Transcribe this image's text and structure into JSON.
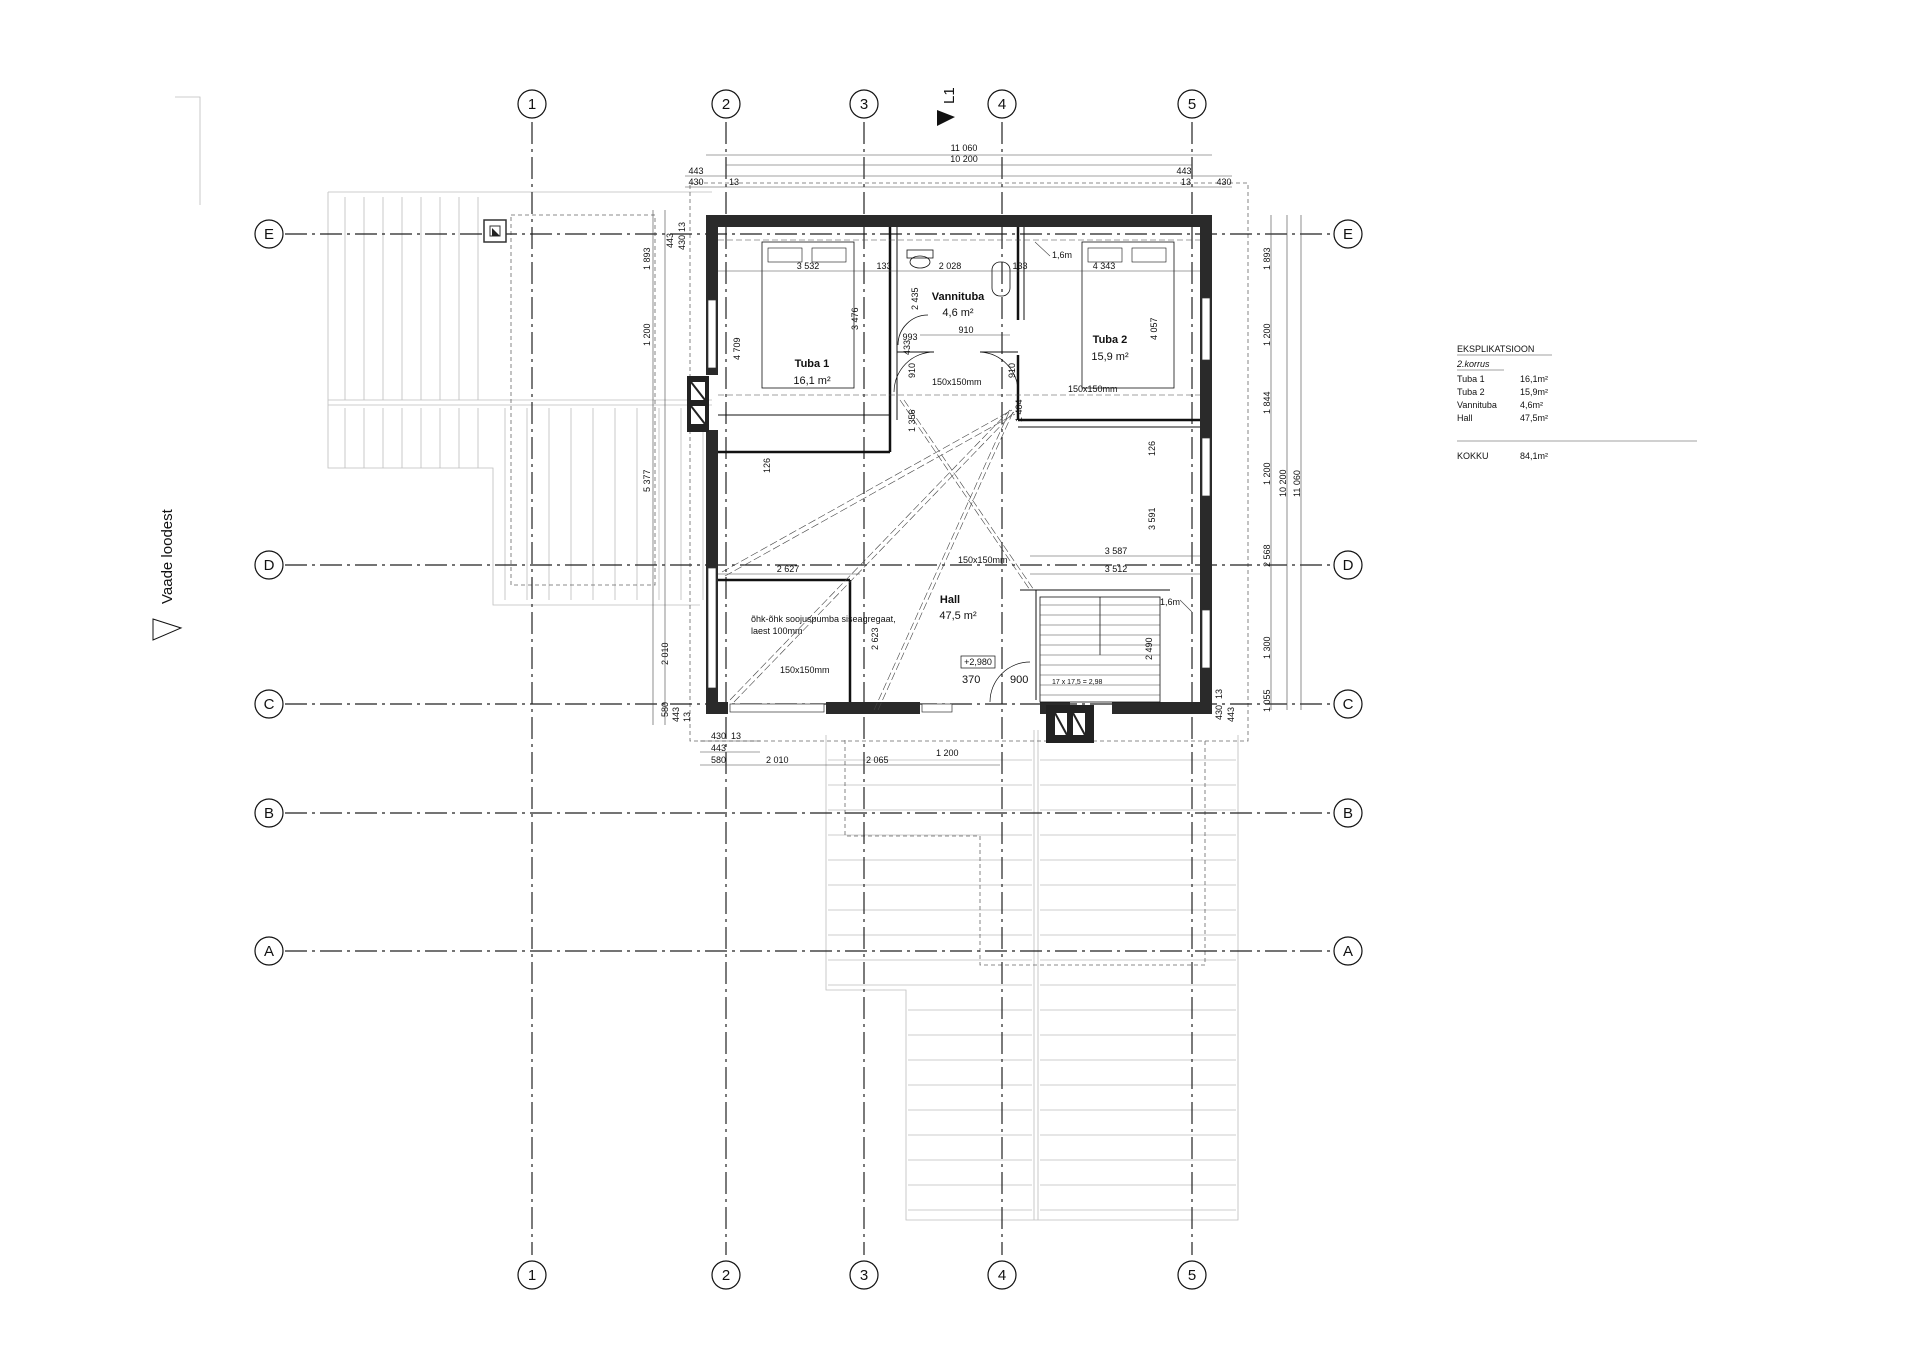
{
  "grid": {
    "columns": [
      "1",
      "2",
      "3",
      "4",
      "5"
    ],
    "rows": [
      "E",
      "D",
      "C",
      "B",
      "A"
    ]
  },
  "section_marker": "L1",
  "view_label": "Vaade loodest",
  "top_dimensions": {
    "overall_outer": "11 060",
    "overall_inner": "10 200",
    "left_443": "443",
    "right_443": "443",
    "left_430": "430",
    "left_13": "13",
    "right_13": "13",
    "right_430": "430"
  },
  "left_dimensions": {
    "d443": "443",
    "d13": "13",
    "d430": "430",
    "d1893": "1 893",
    "d1200": "1 200",
    "d5377": "5 377",
    "d2010": "2 010",
    "d580": "580",
    "d443b": "443",
    "d13b": "13"
  },
  "right_dimensions": {
    "d1893": "1 893",
    "d1200a": "1 200",
    "d1844": "1 844",
    "d1200b": "1 200",
    "d2568": "2 568",
    "d1300": "1 300",
    "d1055": "1 055",
    "d10200": "10 200",
    "d11060": "11 060",
    "d430": "430",
    "d13": "13",
    "d443": "443"
  },
  "bottom_dimensions": {
    "d430": "430",
    "d13": "13",
    "d443": "443",
    "d580": "580",
    "d2010": "2 010",
    "d2065": "2 065",
    "d1200": "1 200"
  },
  "rooms": [
    {
      "name": "Tuba 1",
      "area": "16,1 m²"
    },
    {
      "name": "Vannituba",
      "area": "4,6 m²"
    },
    {
      "name": "Tuba 2",
      "area": "15,9 m²"
    },
    {
      "name": "Hall",
      "area": "47,5 m²"
    }
  ],
  "interior_dims": {
    "t1_width": "3 532",
    "t1_133": "133",
    "vann_width": "2 028",
    "vann_133": "133",
    "t2_width": "4 343",
    "t1_476": "3 476",
    "t1_4709": "4 709",
    "vann_2435": "2 435",
    "vann_910": "910",
    "vann_993": "993",
    "vann_433": "433",
    "t2_4057": "4 057",
    "door_910a": "910",
    "door_910b": "910",
    "d1356": "1 356",
    "d1404": "1 404",
    "d126a": "126",
    "d126b": "126",
    "d3591": "3 591",
    "d3587": "3 587",
    "d3512": "3 512",
    "d2627": "2 627",
    "d2623": "2 623",
    "d2490": "2 490"
  },
  "annotations": {
    "height_1": "1,6m",
    "height_2": "1,6m",
    "duct_1": "150x150mm",
    "duct_2": "150x150mm",
    "duct_3": "150x150mm",
    "duct_4": "150x150mm",
    "ahu_note_line1": "õhk-õhk soojuspumba siseagregaat,",
    "ahu_note_line2": "laest 100mm",
    "level_mark": "+2,980",
    "d370": "370",
    "d900": "900",
    "stair_note": "17 x 17,5 = 2,98"
  },
  "explication": {
    "title": "EKSPLIKATSIOON",
    "subtitle": "2.korrus",
    "rows": [
      {
        "name": "Tuba 1",
        "area": "16,1m²"
      },
      {
        "name": "Tuba 2",
        "area": "15,9m²"
      },
      {
        "name": "Vannituba",
        "area": "4,6m²"
      },
      {
        "name": "Hall",
        "area": "47,5m²"
      }
    ],
    "total_label": "KOKKU",
    "total_area": "84,1m²"
  }
}
